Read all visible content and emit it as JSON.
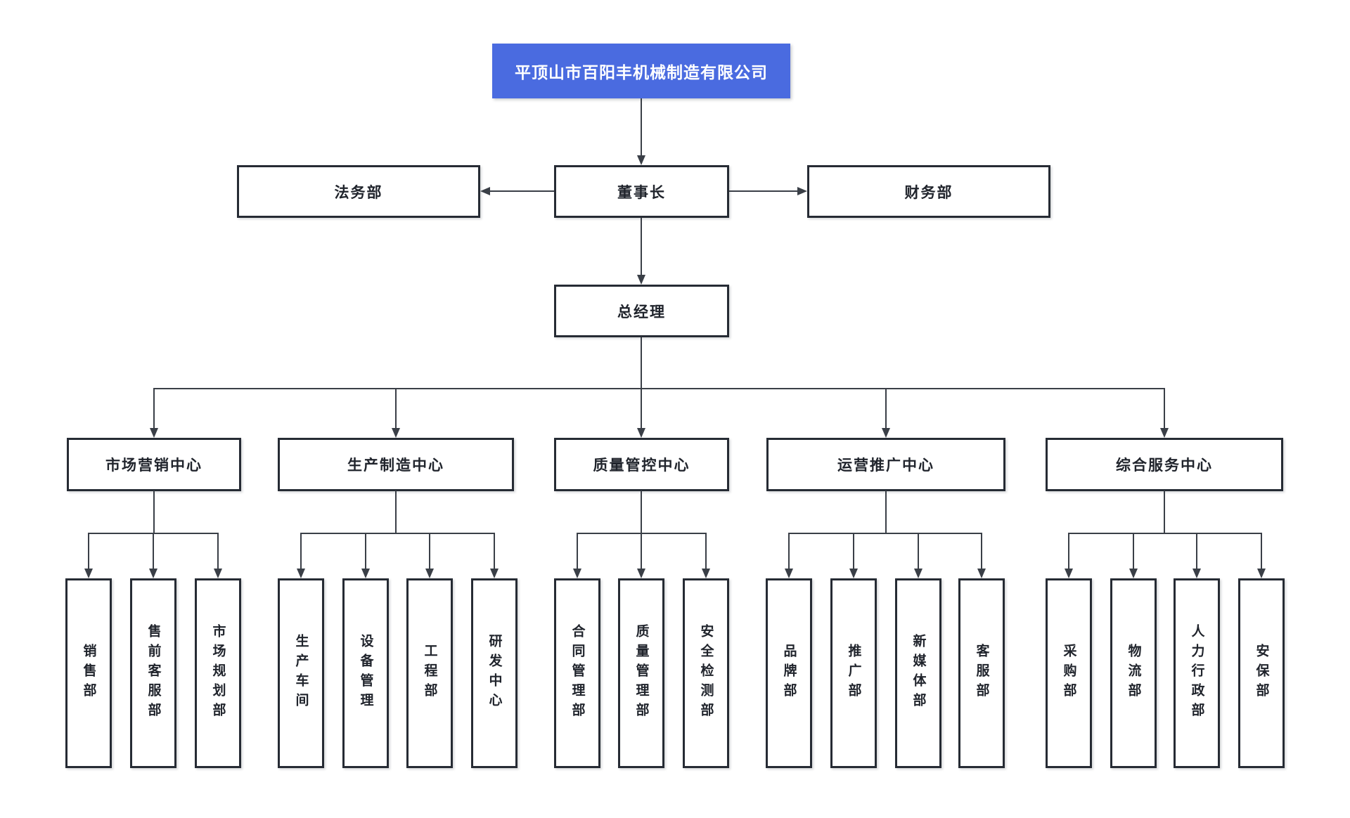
{
  "title": "平顶山市百阳丰机械制造有限公司",
  "nodes": {
    "chairman": "董事长",
    "legal": "法务部",
    "finance": "财务部",
    "general_manager": "总经理"
  },
  "centers": [
    {
      "label": "市场营销中心",
      "departments": [
        "销售部",
        "售前客服部",
        "市场规划部"
      ]
    },
    {
      "label": "生产制造中心",
      "departments": [
        "生产车间",
        "设备管理",
        "工程部",
        "研发中心"
      ]
    },
    {
      "label": "质量管控中心",
      "departments": [
        "合同管理部",
        "质量管理部",
        "安全检测部"
      ]
    },
    {
      "label": "运营推广中心",
      "departments": [
        "品牌部",
        "推广部",
        "新媒体部",
        "客服部"
      ]
    },
    {
      "label": "综合服务中心",
      "departments": [
        "采购部",
        "物流部",
        "人力行政部",
        "安保部"
      ]
    }
  ],
  "colors": {
    "root_background": "#4a6be0",
    "root_text": "#ffffff",
    "node_background": "#ffffff",
    "node_border": "#262b34",
    "connector": "#3a3f47",
    "text": "#20242c",
    "page_background": "#ffffff"
  }
}
